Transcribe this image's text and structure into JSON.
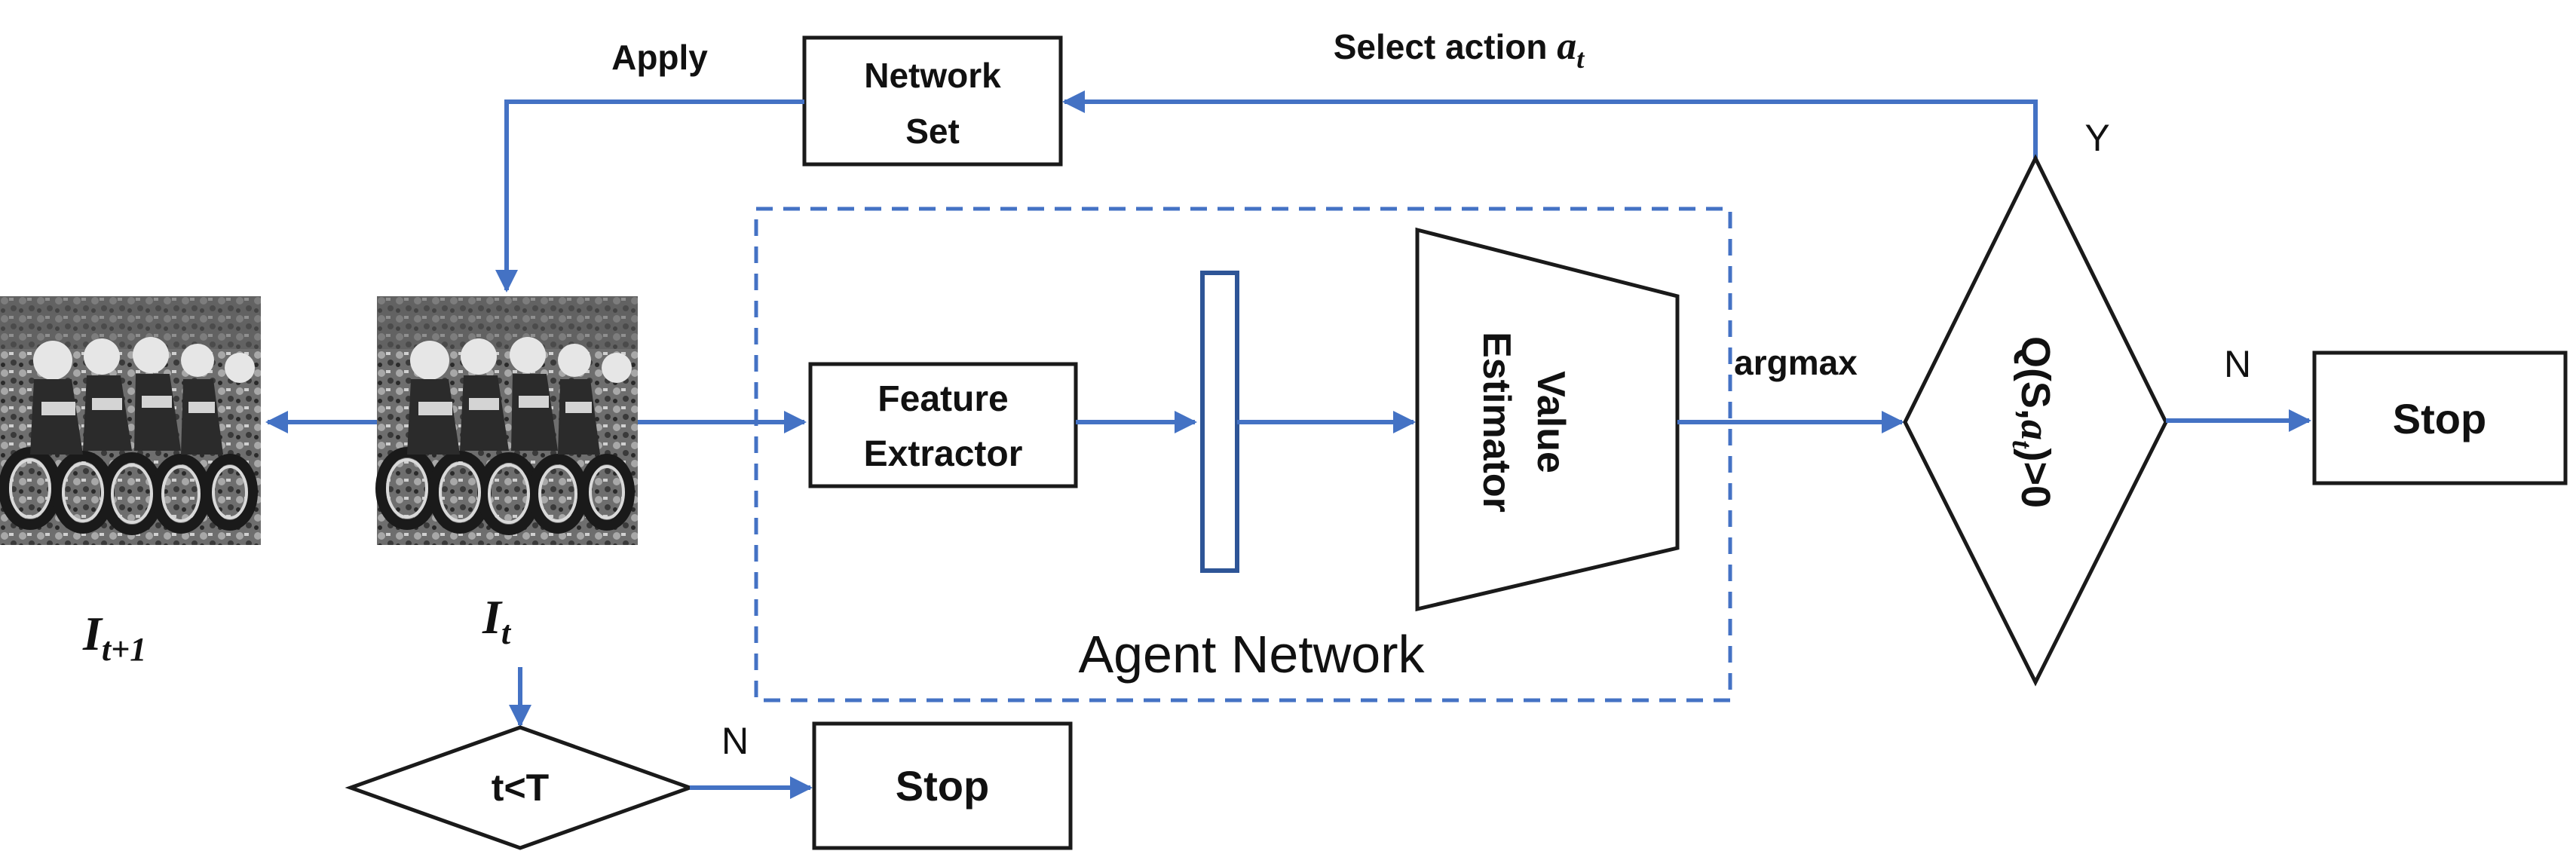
{
  "diagram": {
    "network_set": {
      "line1": "Network",
      "line2": "Set"
    },
    "apply_label": "Apply",
    "select_action_label": "Select action",
    "select_action_var": "a",
    "select_action_sub": "t",
    "yes_label": "Y",
    "no_label_right": "N",
    "no_label_bottom": "N",
    "feature_extractor": {
      "line1": "Feature",
      "line2": "Extractor"
    },
    "value_estimator": {
      "line1": "Value",
      "line2": "Estimator"
    },
    "argmax_label": "argmax",
    "agent_network_label": "Agent Network",
    "decision_right": {
      "prefix": "Q(S,",
      "var": "a",
      "sub": "t",
      "suffix": ")>0"
    },
    "decision_bottom": "t<T",
    "stop_right": "Stop",
    "stop_bottom": "Stop",
    "image_next": {
      "var": "I",
      "sub": "t+1"
    },
    "image_current": {
      "var": "I",
      "sub": "t"
    }
  },
  "colors": {
    "arrow": "#4472C4",
    "box_border": "#1a1a1a",
    "dashed_border": "#4472C4",
    "feature_vector": "#2E5597"
  },
  "icons": [
    "motocross-photo-current",
    "motocross-photo-next"
  ]
}
